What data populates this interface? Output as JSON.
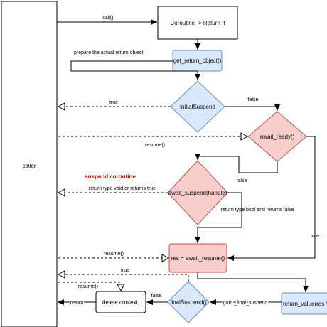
{
  "nodes": {
    "caller": "caller",
    "coroutine": "Coroutine -> Return_t",
    "get_return_object": "get_return_object()",
    "initial_suspend": "initialSuspend",
    "await_ready": "await_ready()",
    "await_suspend": "await_suspend(handle)",
    "await_resume": "res = await_resume()",
    "final_suspend": "finalSuspend()",
    "delete_context": "delete context;",
    "return_value": "return_value(res *"
  },
  "edges": {
    "call": "call()",
    "prepare": "prepare the actual return object",
    "initial_true": "true",
    "initial_false": "false",
    "resume_1": "resume()",
    "ready_false": "false",
    "ready_true": "true",
    "suspend_void": "return type void or returns true",
    "suspend_bool_false": "return type bool and returns false",
    "resume_2": "resume()",
    "final_true": "true",
    "resume_3": "resume()",
    "final_false": "false",
    "return_label": "return",
    "goto_final": "goto _final_suspend"
  },
  "annotations": {
    "suspend_coroutine": "suspend coroutine"
  },
  "colors": {
    "blue_fill": "#dae8fc",
    "blue_stroke": "#6c8ebf",
    "red_fill": "#f8cecc",
    "red_stroke": "#b85450",
    "annotation_red": "#cc0000",
    "line": "#000000"
  }
}
